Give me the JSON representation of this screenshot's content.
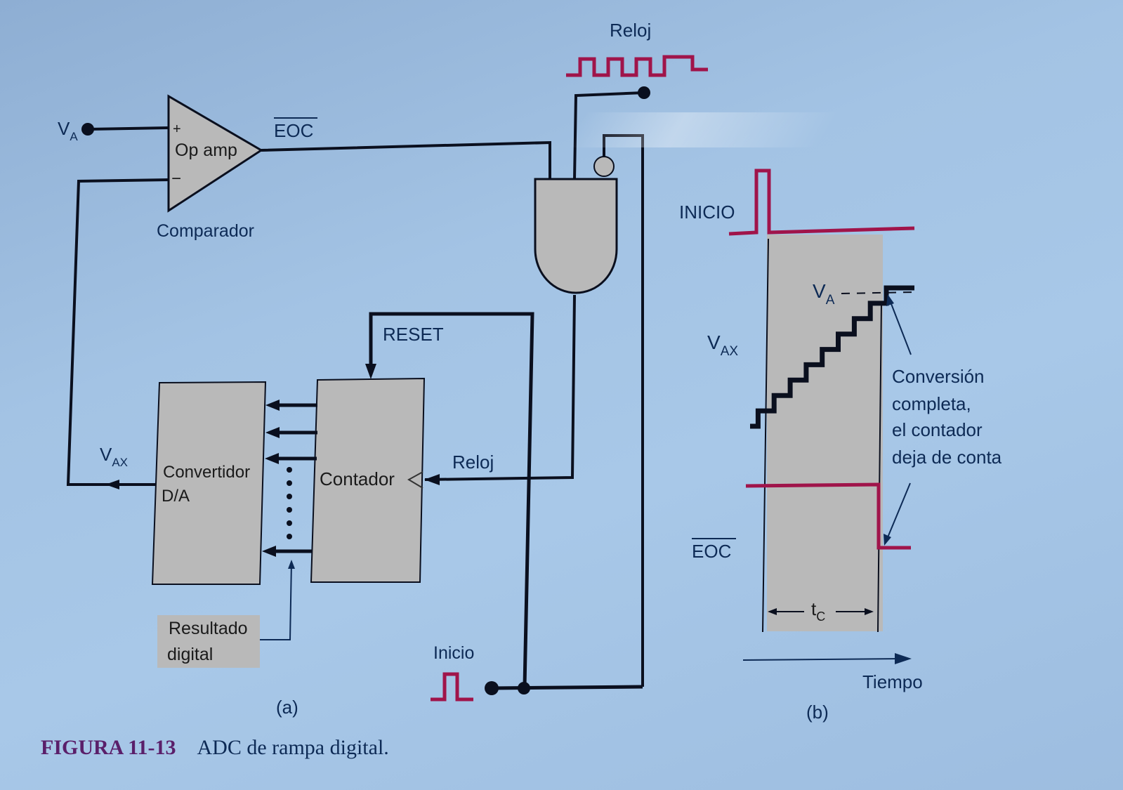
{
  "figure": {
    "caption_number": "FIGURA 11-13",
    "caption_text": "ADC de rampa digital.",
    "panel_a_label": "(a)",
    "panel_b_label": "(b)"
  },
  "circuit": {
    "input_label": "V",
    "input_sub": "A",
    "plus_sign": "+",
    "minus_sign": "−",
    "opamp_label": "Op amp",
    "comparator_label": "Comparador",
    "eoc_label": "EOC",
    "clock_label": "Reloj",
    "reset_label": "RESET",
    "dac_label_line1": "Convertidor",
    "dac_label_line2": "D/A",
    "counter_label": "Contador",
    "counter_clock_label": "Reloj",
    "vax_label": "V",
    "vax_sub": "AX",
    "result_line1": "Resultado",
    "result_line2": "digital",
    "start_label": "Inicio"
  },
  "timing": {
    "start_label": "INICIO",
    "vax_label": "V",
    "vax_sub": "AX",
    "va_label": "V",
    "va_sub": "A",
    "eoc_label": "EOC",
    "tc_label": "t",
    "tc_sub": "C",
    "time_label": "Tiempo",
    "annotation_line1": "Conversión",
    "annotation_line2": "completa,",
    "annotation_line3": "el  contador",
    "annotation_line4": "deja de conta",
    "staircase_steps": 8
  },
  "colors": {
    "signal": "#a0144a",
    "wire": "#0a0f1e",
    "block_fill": "#b9b9b9",
    "text": "#0d2a55"
  }
}
